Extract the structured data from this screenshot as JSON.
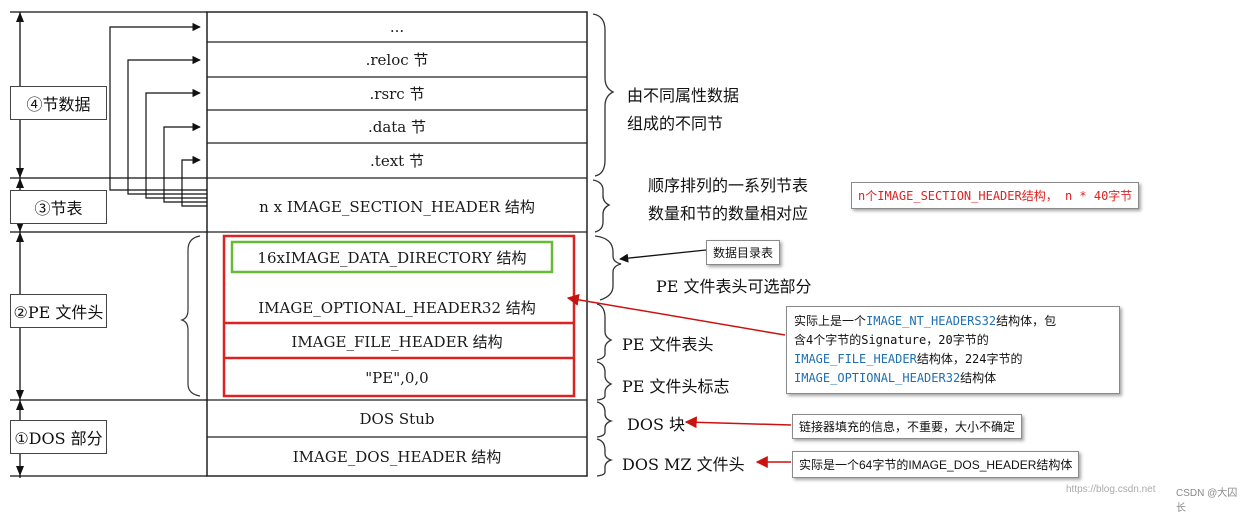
{
  "structure": {
    "cells": [
      {
        "key": "dots",
        "label": "..."
      },
      {
        "key": "reloc",
        "label": ".reloc 节"
      },
      {
        "key": "rsrc",
        "label": ".rsrc 节"
      },
      {
        "key": "data",
        "label": ".data 节"
      },
      {
        "key": "text",
        "label": ".text 节"
      },
      {
        "key": "section_header",
        "label": "n x IMAGE_SECTION_HEADER 结构"
      },
      {
        "key": "data_directory",
        "label": "16xIMAGE_DATA_DIRECTORY 结构"
      },
      {
        "key": "optional_header",
        "label": "IMAGE_OPTIONAL_HEADER32 结构"
      },
      {
        "key": "file_header",
        "label": "IMAGE_FILE_HEADER 结构"
      },
      {
        "key": "pe_sig",
        "label": "\"PE\",0,0"
      },
      {
        "key": "dos_stub",
        "label": "DOS Stub"
      },
      {
        "key": "dos_header",
        "label": "IMAGE_DOS_HEADER 结构"
      }
    ]
  },
  "left_labels": {
    "section_data": "④节数据",
    "section_table": "③节表",
    "pe_header": "②PE 文件头",
    "dos": "①DOS 部分"
  },
  "right_texts": {
    "sections_line1": "由不同属性数据",
    "sections_line2": "组成的不同节",
    "table_line1": "顺序排列的一系列节表",
    "table_line2": "数量和节的数量相对应",
    "optional_part": "PE 文件表头可选部分",
    "file_header": "PE 文件表头",
    "pe_flag": "PE 文件头标志",
    "dos_block": "DOS 块",
    "dos_mz": "DOS MZ 文件头"
  },
  "notes": {
    "section_header_size": {
      "part1": "n个",
      "part2": "IMAGE_SECTION_HEADER",
      "part3": "结构，  n * 40字节"
    },
    "data_directory": "数据目录表",
    "nt_headers": {
      "l1a": "实际上是一个",
      "l1b": "IMAGE_NT_HEADERS32",
      "l1c": "结构体，包",
      "l2": "含4个字节的Signature，20字节的",
      "l3a": "IMAGE_FILE_HEADER",
      "l3b": "结构体，224字节的",
      "l4a": "IMAGE_OPTIONAL_HEADER32",
      "l4b": "结构体"
    },
    "dos_stub": "链接器填充的信息，不重要，大小不确定",
    "dos_header": "实际是一个64字节的IMAGE_DOS_HEADER结构体"
  },
  "watermark": {
    "url": "https://blog.csdn.net",
    "author": "CSDN @大囚长"
  },
  "colors": {
    "highlight_red": "#dd2222",
    "highlight_green": "#66bb33",
    "note_blue": "#1f6fb2"
  }
}
